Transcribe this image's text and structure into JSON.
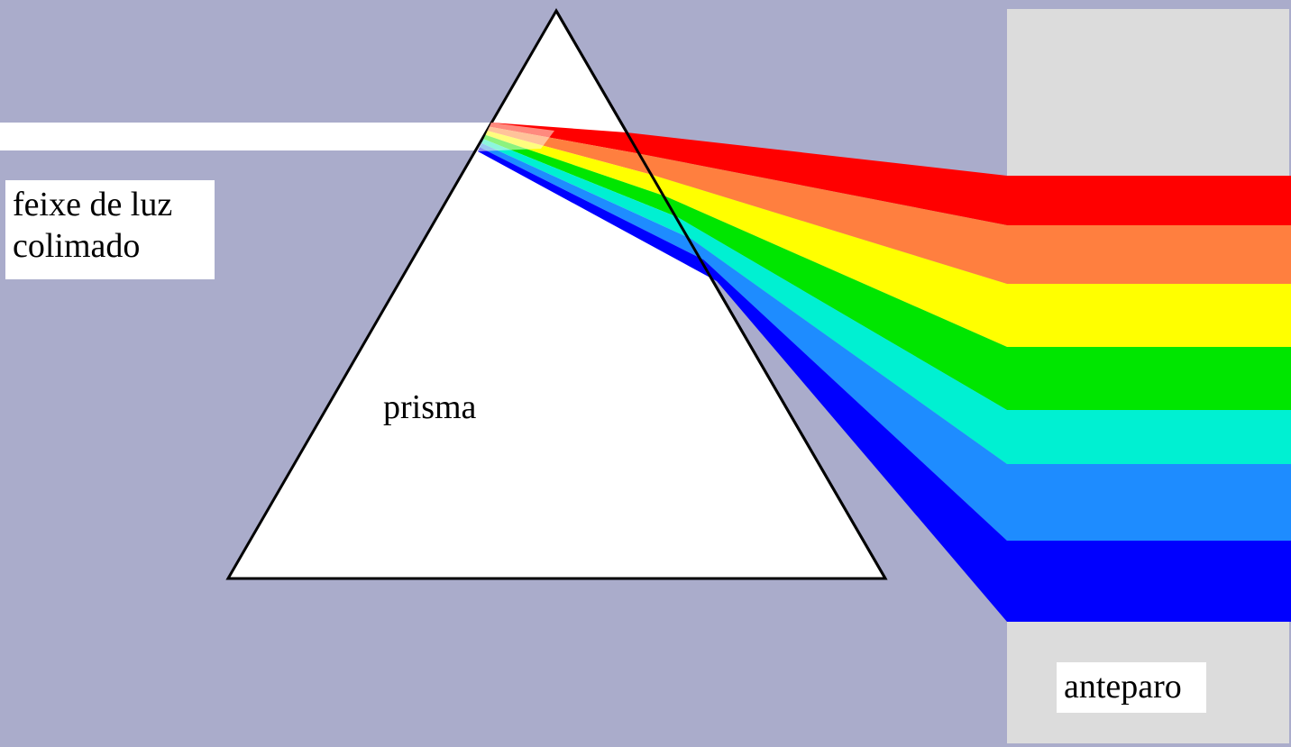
{
  "labels": {
    "beam_line1": "feixe de luz",
    "beam_line2": "colimado",
    "prism": "prisma",
    "screen": "anteparo"
  },
  "colors": {
    "background": "#aaaccb",
    "screen": "#dcdcdc",
    "beam": "#ffffff",
    "prism": "#ffffff",
    "spectrum": [
      "#ff0000",
      "#ff7f3f",
      "#ffff00",
      "#00e600",
      "#00f0d2",
      "#1e8cff",
      "#0000ff"
    ]
  }
}
